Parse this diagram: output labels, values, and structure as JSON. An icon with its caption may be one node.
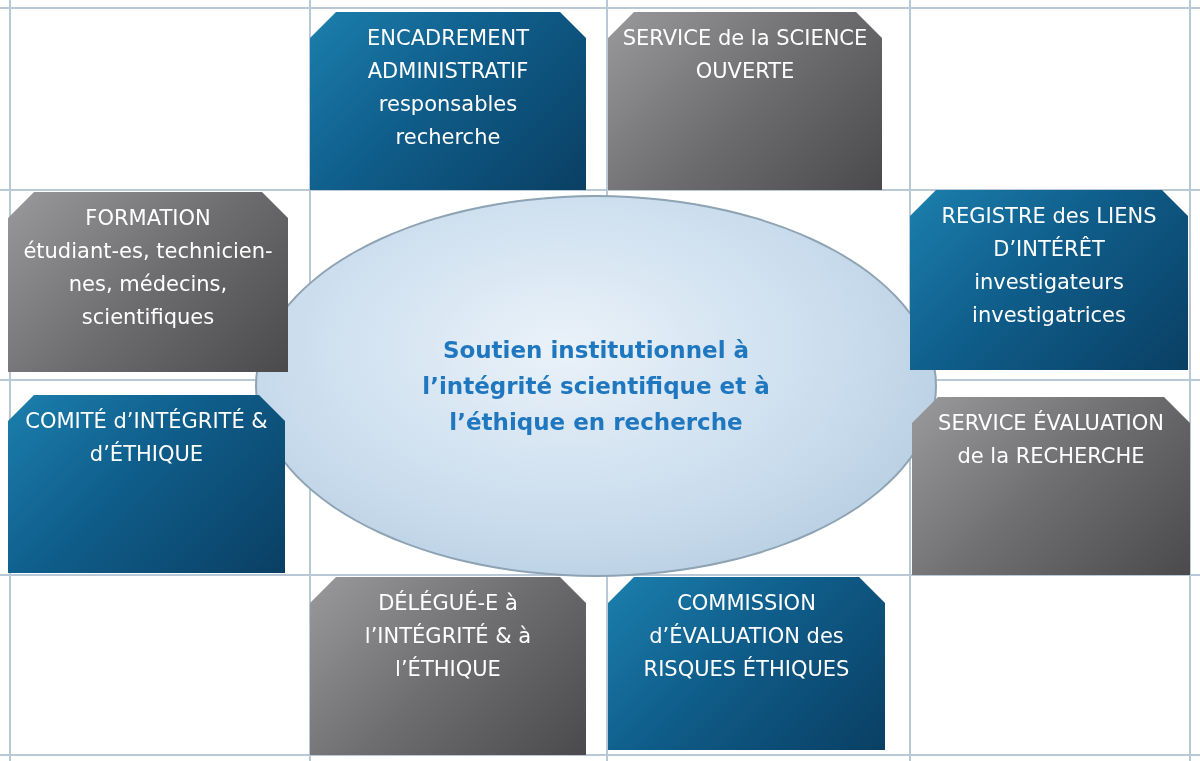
{
  "diagram": {
    "nodes": [
      {
        "text": [
          "ENCADREMENT ADMINISTRATIF",
          "responsables recherche"
        ]
      },
      {
        "text": [
          "SERVICE de la SCIENCE OUVERTE"
        ]
      },
      {
        "text": [
          "FORMATION",
          "étudiant-es, technicien-nes, médecins, scientifiques"
        ]
      },
      {
        "text": [
          "REGISTRE des LIENS D’INTÉRÊT",
          "investigateurs investigatrices"
        ]
      },
      {
        "text": [
          "Soutien institutionnel à l’intégrité scientifique et à l’éthique en recherche"
        ]
      },
      {
        "text": [
          "COMITÉ d’INTÉGRITÉ & d’ÉTHIQUE"
        ]
      },
      {
        "text": [
          "SERVICE ÉVALUATION de la RECHERCHE"
        ]
      },
      {
        "text": [
          "DÉLÉGUÉ-E à l’INTÉGRITÉ & à l’ÉTHIQUE"
        ]
      },
      {
        "text": [
          "COMMISSION d’ÉVALUATION des RISQUES ÉTHIQUES"
        ]
      }
    ]
  }
}
